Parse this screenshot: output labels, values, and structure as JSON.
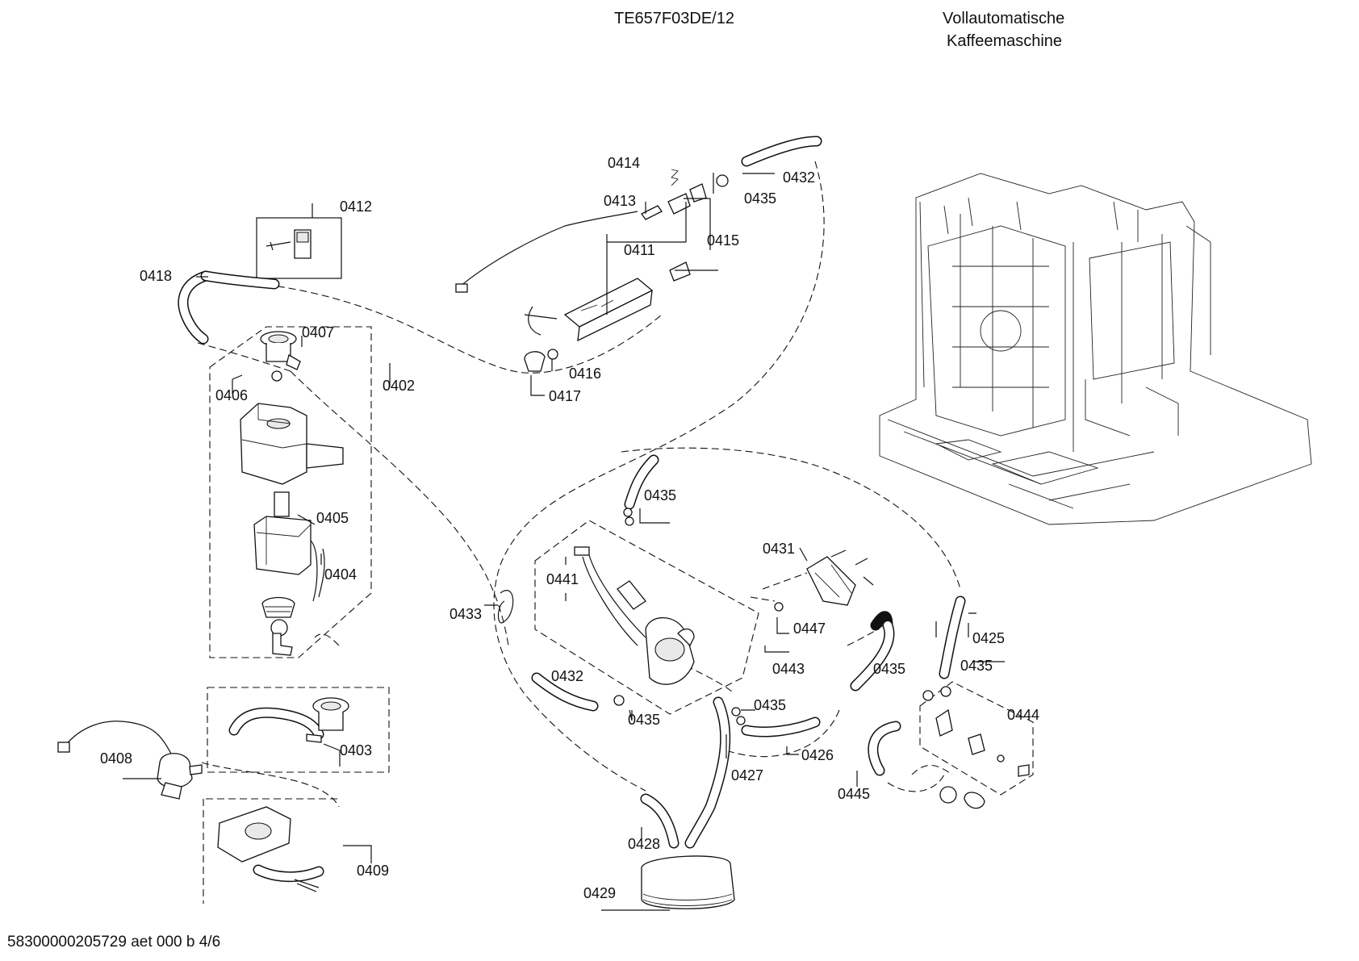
{
  "header": {
    "model": "TE657F03DE/12",
    "title_line1": "Vollautomatische",
    "title_line2": "Kaffeemaschine"
  },
  "footer": {
    "doc_ref": "58300000205729 aet 000 b 4/6"
  },
  "parts": {
    "p0402": "0402",
    "p0403": "0403",
    "p0404": "0404",
    "p0405": "0405",
    "p0406": "0406",
    "p0407": "0407",
    "p0408": "0408",
    "p0409": "0409",
    "p0411": "0411",
    "p0412": "0412",
    "p0413": "0413",
    "p0414": "0414",
    "p0415": "0415",
    "p0416": "0416",
    "p0417": "0417",
    "p0418": "0418",
    "p0425": "0425",
    "p0426": "0426",
    "p0427": "0427",
    "p0428": "0428",
    "p0429": "0429",
    "p0431": "0431",
    "p0432a": "0432",
    "p0432b": "0432",
    "p0433": "0433",
    "p0435a": "0435",
    "p0435b": "0435",
    "p0435c": "0435",
    "p0435d": "0435",
    "p0435e": "0435",
    "p0435f": "0435",
    "p0441": "0441",
    "p0443": "0443",
    "p0444": "0444",
    "p0445": "0445",
    "p0447": "0447"
  }
}
